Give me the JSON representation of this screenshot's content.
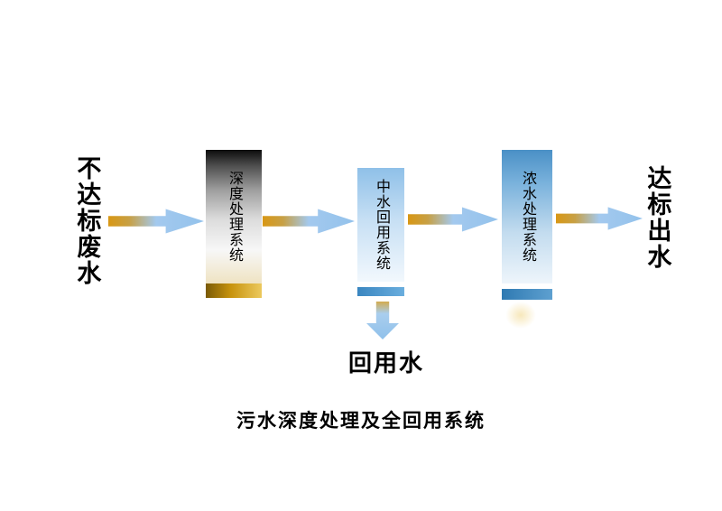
{
  "diagram": {
    "title": "污水深度处理及全回用系统",
    "input_label": "不达标废水",
    "output_label": "达标出水",
    "reuse_label": "回用水",
    "boxes": [
      {
        "label": "深度处理系统"
      },
      {
        "label": "中水回用系统"
      },
      {
        "label": "浓水处理系统"
      }
    ],
    "colors": {
      "arrow_gold": "#d89714",
      "arrow_blue": "#93c2ec",
      "box1_top": "#0c0c0c",
      "box1_bottom_bar": "#c8940e",
      "box2_top": "#8fc0e8",
      "box2_bar": "#3a86c0",
      "box3_top": "#4a90c6",
      "box3_bar": "#2f7ab2",
      "text": "#000000",
      "background": "#ffffff"
    }
  }
}
